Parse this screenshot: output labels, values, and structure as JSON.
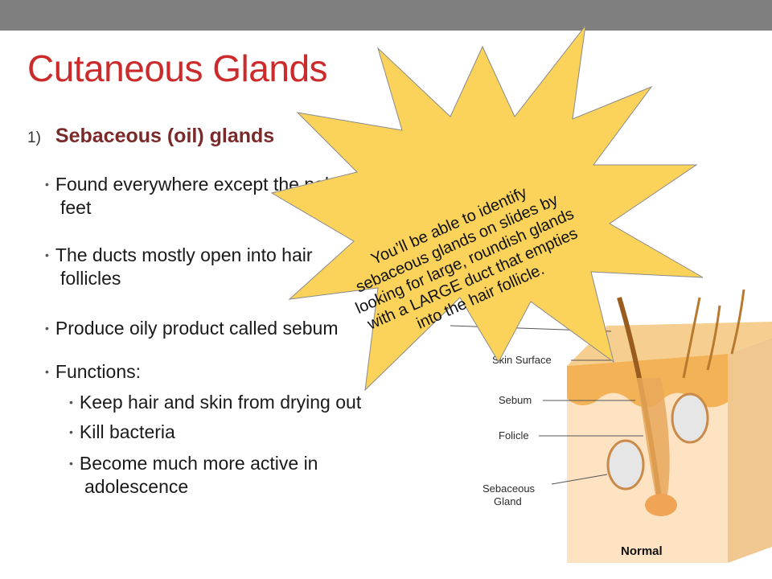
{
  "slide": {
    "title": "Cutaneous Glands",
    "heading_number": "1)",
    "heading": "Sebaceous (oil) glands",
    "bullets": [
      {
        "line1": "Found everywhere except the palms of hands and soles of",
        "line2": "feet"
      },
      {
        "line1": "The ducts mostly open into hair",
        "line2": "follicles"
      },
      {
        "line1": "Produce oily product called sebum"
      },
      {
        "line1": "Functions:"
      }
    ],
    "sub_bullets": [
      {
        "line1": "Keep hair and skin from drying out"
      },
      {
        "line1": "Kill bacteria"
      },
      {
        "line1": "Become much more active in",
        "line2": "adolescence"
      }
    ]
  },
  "callout": {
    "lines": [
      "You’ll be able to identify",
      "sebaceous glands on slides by",
      "looking for large, roundish glands",
      "with a LARGE duct that empties",
      "into the hair follicle."
    ],
    "color": "#fbd35a"
  },
  "diagram": {
    "labels": [
      "Skin Surface",
      "Sebum",
      "Folicle",
      "Sebaceous",
      "Gland"
    ],
    "caption": "Normal"
  },
  "colors": {
    "title": "#cc2b2b",
    "heading": "#7a2a2a",
    "top_bar": "#7f7f7f"
  }
}
